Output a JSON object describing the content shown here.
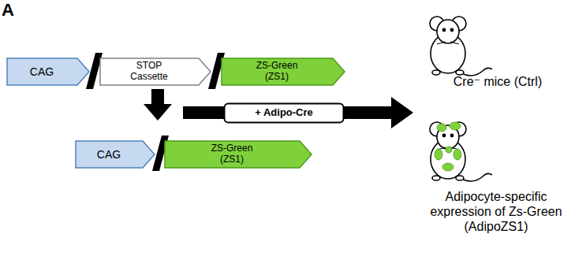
{
  "diagram": {
    "nodes": [
      {
        "text": [
          "CAG"
        ]
      },
      {
        "text": [
          "STOP Cassette"
        ]
      },
      {
        "text": [
          "ZS-Green (ZS1)"
        ]
      },
      {
        "text": [
          "+ Adipo-Cre"
        ]
      },
      {
        "text": [
          "CAG"
        ]
      },
      {
        "text": [
          "ZS-Green (ZS1)"
        ]
      }
    ],
    "labels": [
      "A",
      "Cre⁻ mice (Ctrl)",
      "Adipocyte-specific expression of Zs-Green (AdipoZS1)"
    ]
  }
}
